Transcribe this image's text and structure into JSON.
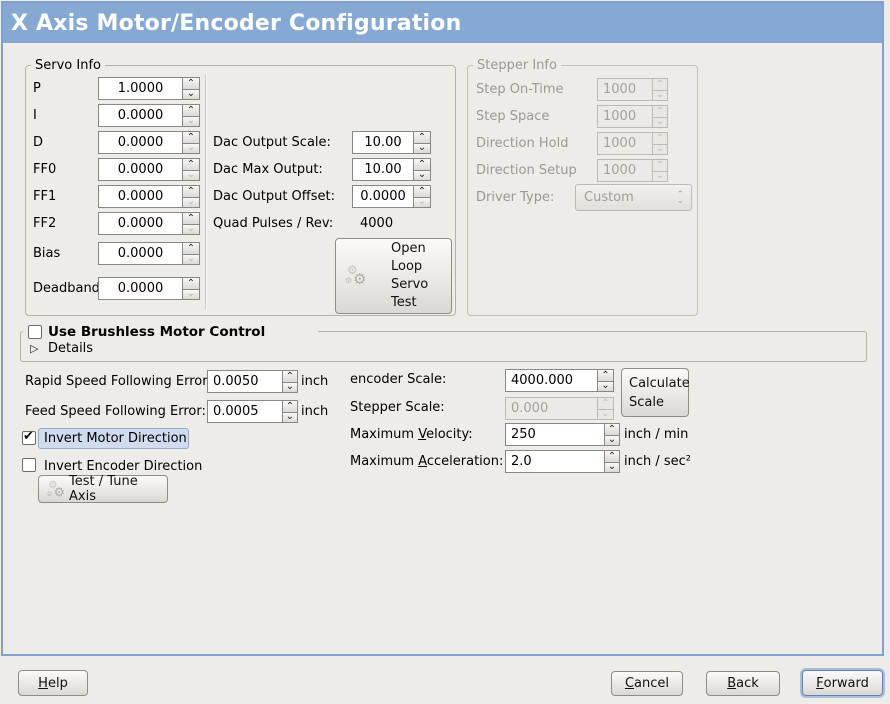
{
  "window": {
    "title": "X Axis Motor/Encoder Configuration"
  },
  "servo_info": {
    "title": "Servo Info",
    "rows": [
      {
        "label": "P",
        "value": "1.0000"
      },
      {
        "label": "I",
        "value": "0.0000"
      },
      {
        "label": "D",
        "value": "0.0000"
      },
      {
        "label": "FF0",
        "value": "0.0000"
      },
      {
        "label": "FF1",
        "value": "0.0000"
      },
      {
        "label": "FF2",
        "value": "0.0000"
      },
      {
        "label": "Bias",
        "value": "0.0000"
      },
      {
        "label": "Deadband",
        "value": "0.0000"
      }
    ],
    "dac_rows": [
      {
        "label": "Dac Output Scale:",
        "value": "10.00"
      },
      {
        "label": "Dac Max Output:",
        "value": "10.00"
      },
      {
        "label": "Dac Output Offset:",
        "value": "0.0000"
      }
    ],
    "quad_pulses": {
      "label": "Quad Pulses / Rev:",
      "value": "4000"
    },
    "open_loop_button": "Open\nLoop\nServo\nTest"
  },
  "stepper_info": {
    "title": "Stepper Info",
    "rows": [
      {
        "label": "Step On-Time",
        "value": "1000"
      },
      {
        "label": "Step Space",
        "value": "1000"
      },
      {
        "label": "Direction Hold",
        "value": "1000"
      },
      {
        "label": "Direction Setup",
        "value": "1000"
      }
    ],
    "driver_type": {
      "label": "Driver Type:",
      "value": "Custom"
    }
  },
  "brushless": {
    "checkbox_label": "Use Brushless Motor Control",
    "details_label": "Details"
  },
  "following_error": {
    "rapid": {
      "label": "Rapid Speed Following Error:",
      "value": "0.0050",
      "unit": "inch"
    },
    "feed": {
      "label": "Feed Speed Following Error:",
      "value": "0.0005",
      "unit": "inch"
    }
  },
  "scales": {
    "encoder": {
      "label": "encoder Scale:",
      "value": "4000.000"
    },
    "stepper": {
      "label": "Stepper Scale:",
      "value": "0.000"
    },
    "calculate_button": "Calculate\nScale",
    "max_velocity": {
      "label": "Maximum _Velocity:",
      "value": "250",
      "unit": "inch / min"
    },
    "max_accel": {
      "label": "Maximum _Acceleration:",
      "value": "2.0",
      "unit": "inch / sec²"
    }
  },
  "direction": {
    "invert_motor_label": "Invert Motor Direction",
    "invert_motor_checked": true,
    "invert_encoder_label": "Invert Encoder Direction",
    "invert_encoder_checked": false,
    "test_tune_button": "Test / Tune Axis"
  },
  "action_bar": {
    "help": "_Help",
    "cancel": "_Cancel",
    "back": "_Back",
    "forward": "_Forward"
  },
  "icons": {
    "checkmark": "✔",
    "expander_collapsed": "▷",
    "spin_up": "⌃",
    "spin_down": "⌄",
    "gear": "⚙"
  },
  "colors": {
    "titlebar": "#86a9d4",
    "content_border": "#7ea2cd",
    "selection_bg": "#cedcee",
    "panel_bg": "#edece9"
  }
}
